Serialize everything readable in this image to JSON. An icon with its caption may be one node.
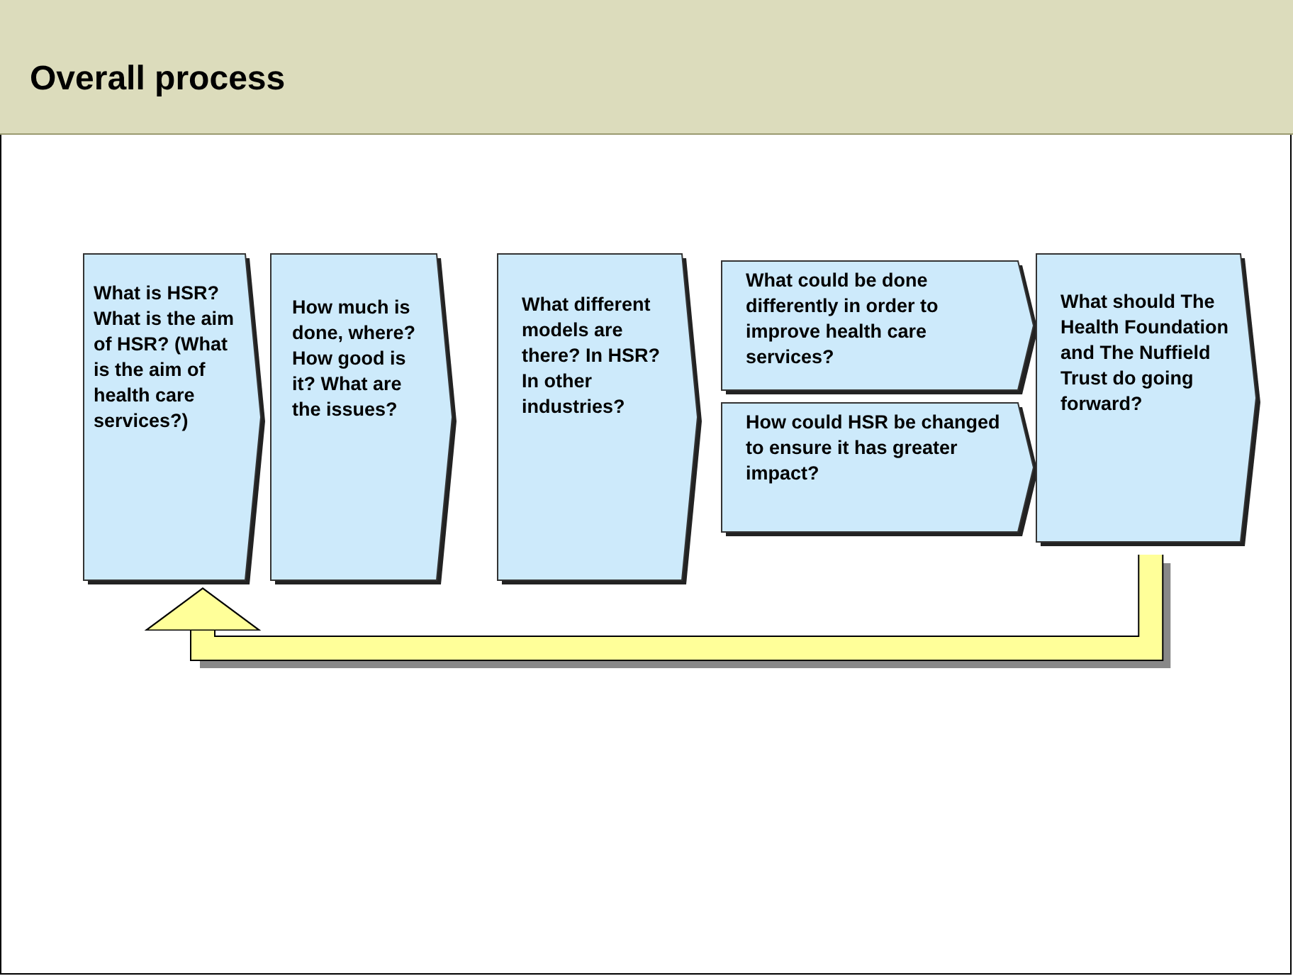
{
  "diagram": {
    "title": "Overall process",
    "nodes": [
      {
        "text": [
          "What is HSR? What is the aim of HSR? (What is the aim of health care services?)"
        ]
      },
      {
        "text": [
          "How much is done, where? How good is it? What are the issues?"
        ]
      },
      {
        "text": [
          "What different models are there? In HSR?  In other industries?"
        ]
      },
      {
        "text": [
          "What could be done differently in order to improve health care services?"
        ]
      },
      {
        "text": [
          "How could HSR be changed to ensure it has greater impact?"
        ]
      },
      {
        "text": [
          "What should The Health Foundation and The Nuffield Trust do going forward?"
        ]
      }
    ],
    "edges": [
      {
        "from": 5,
        "to": 0,
        "arrow": "to",
        "color": "#ffff99"
      }
    ]
  }
}
